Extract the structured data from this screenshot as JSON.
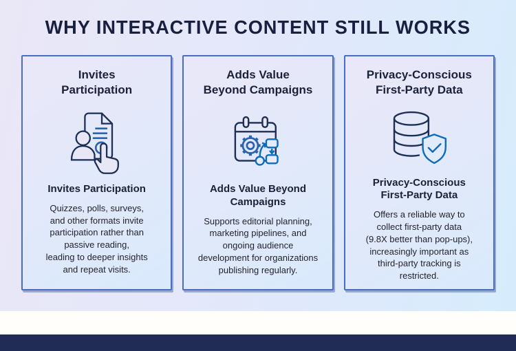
{
  "title": "WHY INTERACTIVE CONTENT STILL WORKS",
  "colors": {
    "background_lavender": "#eae7f7",
    "background_blue": "#d6ecfd",
    "card_border": "#4a6cc2",
    "navy_text": "#1a2138",
    "icon_navy": "#1d2f55",
    "icon_accent_blue": "#2a63ae",
    "icon_bright_blue": "#0e6bb8",
    "bottom_strip": "#fffefb",
    "footer_bar": "#202c55"
  },
  "cards": [
    {
      "top_title": "Invites\nParticipation",
      "icon": "document-click-icon",
      "mid_title": "Invites Participation",
      "body": "Quizzes, polls, surveys,\nand other formats invite\nparticipation rather than\npassive reading,\nleading to deeper insights\nand repeat visits."
    },
    {
      "top_title": "Adds Value\nBeyond Campaigns",
      "icon": "calendar-gear-icon",
      "mid_title": "Adds Value Beyond\nCampaigns",
      "body": "Supports editorial planning,\nmarketing pipelines, and\nongoing audience\ndevelopment for organizations\npublishing regularly."
    },
    {
      "top_title": "Privacy-Conscious\nFirst-Party Data",
      "icon": "database-shield-icon",
      "mid_title": "Privacy-Conscious\nFirst-Party Data",
      "body": "Offers a reliable way to\ncollect first-party data\n(9.8X better than pop-ups),\nincreasingly important as\nthird-party tracking is\nrestricted."
    }
  ]
}
